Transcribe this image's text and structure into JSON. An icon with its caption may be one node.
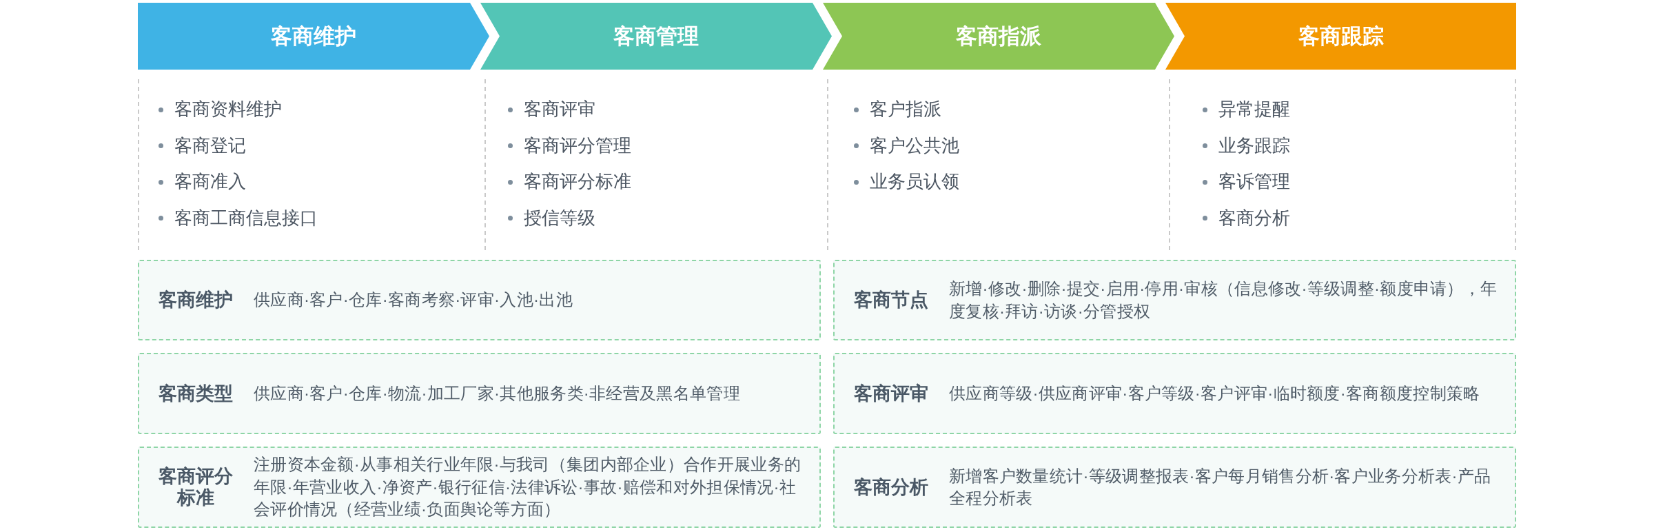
{
  "diagram": {
    "nodes": [
      {
        "text": [
          "客商维护"
        ],
        "beside": [
          "客商资料维护",
          "客商登记",
          "客商准入",
          "客商工商信息接口"
        ]
      },
      {
        "text": [
          "客商管理"
        ],
        "beside": [
          "客商评审",
          "客商评分管理",
          "客商评分标准",
          "授信等级"
        ]
      },
      {
        "text": [
          "客商指派"
        ],
        "beside": [
          "客户指派",
          "客户公共池",
          "业务员认领"
        ]
      },
      {
        "text": [
          "客商跟踪"
        ],
        "beside": [
          "异常提醒",
          "业务跟踪",
          "客诉管理",
          "客商分析"
        ]
      },
      {
        "text": [
          "客商维护",
          "供应商·客户·仓库·客商考察·评审·入池·出池"
        ]
      },
      {
        "text": [
          "客商节点",
          "新增·修改·删除·提交·启用·停用·审核（信息修改·等级调整·额度申请），年度复核·拜访·访谈·分管授权"
        ]
      },
      {
        "text": [
          "客商类型",
          "供应商·客户·仓库·物流·加工厂家·其他服务类·非经营及黑名单管理"
        ]
      },
      {
        "text": [
          "客商评审",
          "供应商等级·供应商评审·客户等级·客户评审·临时额度·客商额度控制策略"
        ]
      },
      {
        "text": [
          "客商评分标准",
          "注册资本金额·从事相关行业年限·与我司（集团内部企业）合作开展业务的年限·年营业收入·净资产·银行征信·法律诉讼·事故·赔偿和对外担保情况·社会评价情况（经营业绩·负面舆论等方面）"
        ]
      },
      {
        "text": [
          "客商分析",
          "新增客户数量统计·等级调整报表·客户每月销售分析·客户业务分析表·产品全程分析表"
        ]
      }
    ]
  }
}
